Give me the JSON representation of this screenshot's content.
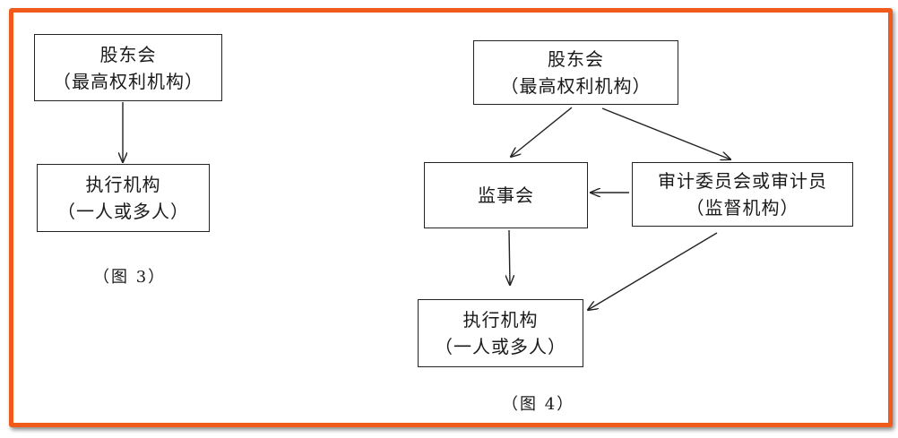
{
  "figure3": {
    "shareholders": {
      "title": "股东会",
      "subtitle": "（最高权利机构）"
    },
    "executive": {
      "title": "执行机构",
      "subtitle": "（一人或多人）"
    },
    "caption": "（图 3）"
  },
  "figure4": {
    "shareholders": {
      "title": "股东会",
      "subtitle": "（最高权利机构）"
    },
    "supervisory_board": {
      "title": "监事会"
    },
    "audit": {
      "title": "审计委员会或审计员",
      "subtitle": "（监督机构）"
    },
    "executive": {
      "title": "执行机构",
      "subtitle": "（一人或多人）"
    },
    "caption": "（图 4）"
  },
  "colors": {
    "frame": "#f05a1a",
    "line": "#222222"
  }
}
